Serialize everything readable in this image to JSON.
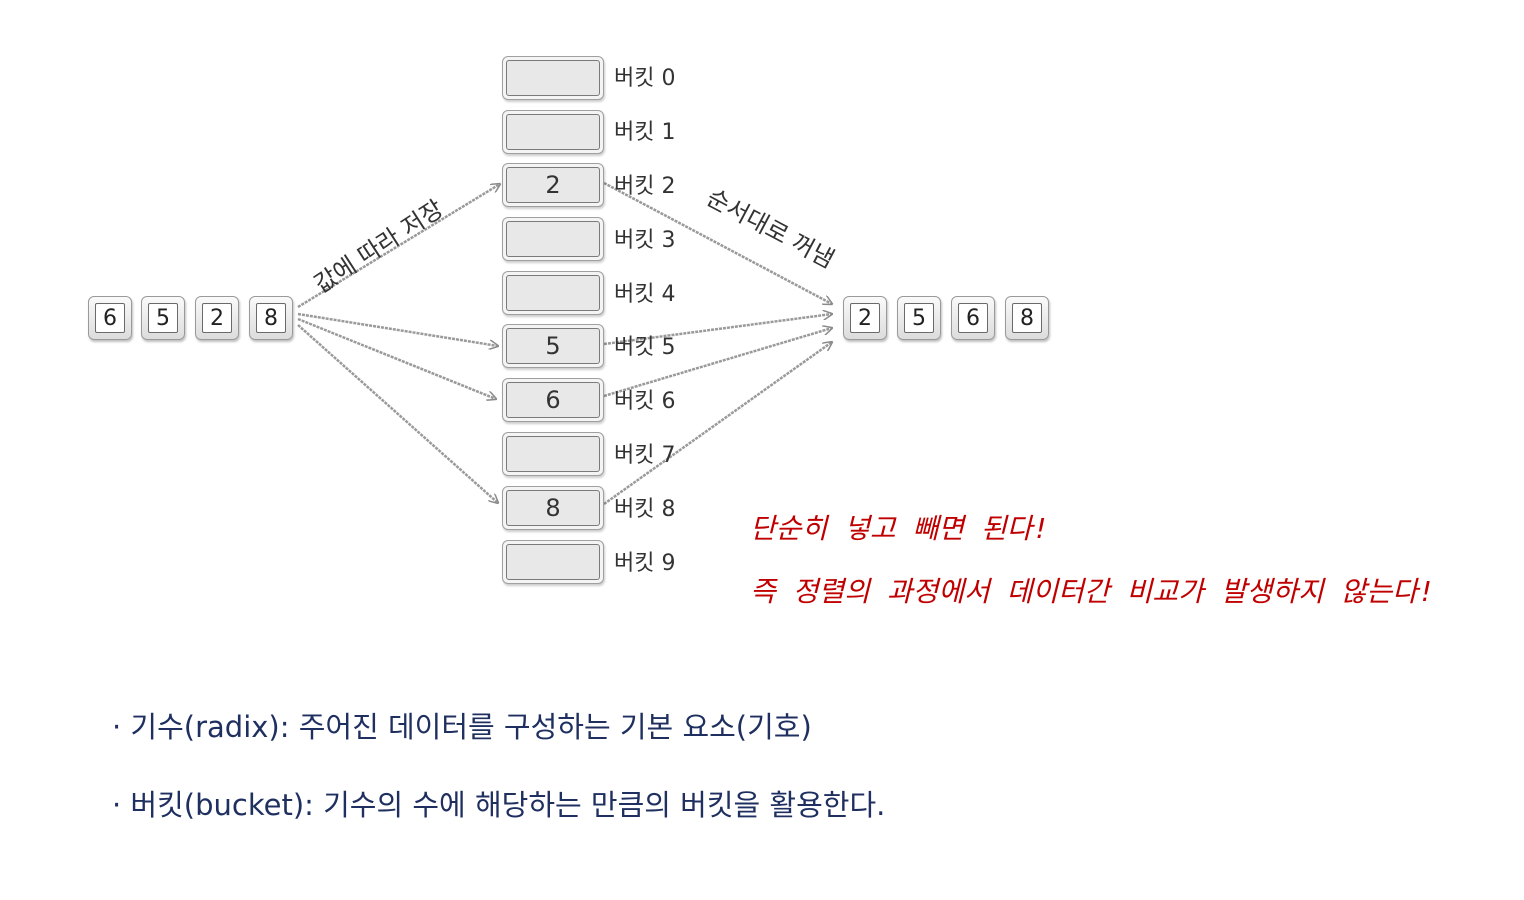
{
  "input_array": [
    "6",
    "5",
    "2",
    "8"
  ],
  "output_array": [
    "2",
    "5",
    "6",
    "8"
  ],
  "buckets": [
    {
      "label": "버킷 0",
      "value": ""
    },
    {
      "label": "버킷 1",
      "value": ""
    },
    {
      "label": "버킷 2",
      "value": "2"
    },
    {
      "label": "버킷 3",
      "value": ""
    },
    {
      "label": "버킷 4",
      "value": ""
    },
    {
      "label": "버킷 5",
      "value": "5"
    },
    {
      "label": "버킷 6",
      "value": "6"
    },
    {
      "label": "버킷 7",
      "value": ""
    },
    {
      "label": "버킷 8",
      "value": "8"
    },
    {
      "label": "버킷 9",
      "value": ""
    }
  ],
  "store_label": "값에 따라 저장",
  "retrieve_label": "순서대로 꺼냄",
  "notes": [
    "단순히 넣고 빼면 된다!",
    "즉 정렬의 과정에서 데이터간 비교가 발생하지 않는다!"
  ],
  "bullets": [
    "· 기수(radix): 주어진 데이터를 구성하는 기본 요소(기호)",
    "· 버킷(bucket): 기수의 수에 해당하는 만큼의 버킷을 활용한다."
  ]
}
